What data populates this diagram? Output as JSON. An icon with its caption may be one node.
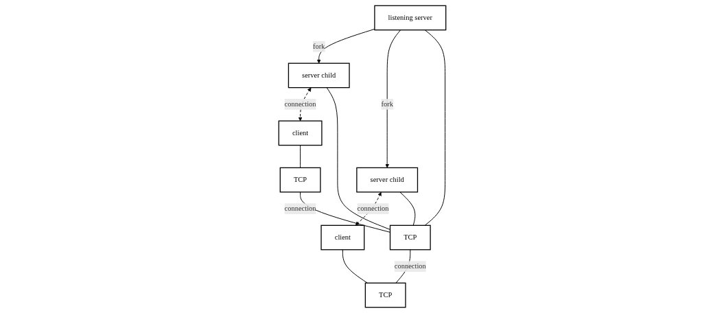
{
  "diagram": {
    "nodes": [
      {
        "text": [
          "client"
        ]
      },
      {
        "text": [
          "server child"
        ]
      },
      {
        "text": [
          "listening server"
        ]
      },
      {
        "text": [
          "server child"
        ]
      },
      {
        "text": [
          "client"
        ]
      },
      {
        "text": [
          "TCP"
        ]
      },
      {
        "text": [
          "TCP"
        ]
      },
      {
        "text": [
          "TCP"
        ]
      }
    ],
    "edges": [
      {
        "from": 1,
        "to": 0,
        "arrow": "both",
        "style": "dashed",
        "label": "connection"
      },
      {
        "from": 2,
        "to": 1,
        "arrow": "to",
        "label": "fork"
      },
      {
        "from": 2,
        "to": 3,
        "arrow": "to",
        "label": "fork"
      },
      {
        "from": 3,
        "to": 4,
        "arrow": "both",
        "style": "dashed",
        "label": "connection"
      },
      {
        "from": 0,
        "to": 5,
        "arrow": "none"
      },
      {
        "from": 1,
        "to": 6,
        "arrow": "none"
      },
      {
        "from": 2,
        "to": 6,
        "arrow": "none"
      },
      {
        "from": 3,
        "to": 6,
        "arrow": "none"
      },
      {
        "from": 4,
        "to": 7,
        "arrow": "none"
      },
      {
        "from": 5,
        "to": 6,
        "arrow": "none",
        "label": "connection"
      },
      {
        "from": 6,
        "to": 7,
        "arrow": "none",
        "label": "connection"
      }
    ]
  }
}
